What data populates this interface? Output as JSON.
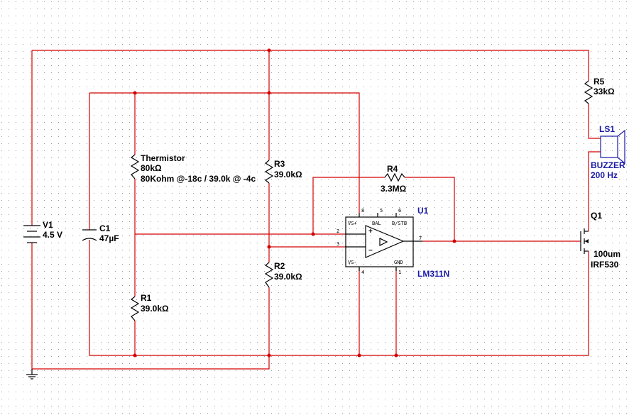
{
  "components": {
    "v1": {
      "ref": "V1",
      "value": "4.5 V"
    },
    "c1": {
      "ref": "C1",
      "value": "47µF"
    },
    "thermistor": {
      "ref": "Thermistor",
      "value": "80kΩ",
      "note": "80Kohm @-18c / 39.0k @ -4c"
    },
    "r1": {
      "ref": "R1",
      "value": "39.0kΩ"
    },
    "r2": {
      "ref": "R2",
      "value": "39.0kΩ"
    },
    "r3": {
      "ref": "R3",
      "value": "39.0kΩ"
    },
    "r4": {
      "ref": "R4",
      "value": "3.3MΩ"
    },
    "r5": {
      "ref": "R5",
      "value": "33kΩ"
    },
    "u1": {
      "ref": "U1",
      "part": "LM311N",
      "pins": {
        "vsp": "VS+",
        "bal": "BAL",
        "bstb": "B/STB",
        "vsm": "VS-",
        "gnd": "GND",
        "p8": "8",
        "p5": "5",
        "p6": "6",
        "p2": "2",
        "p3": "3",
        "p4": "4",
        "p1": "1",
        "p7": "7"
      }
    },
    "ls1": {
      "ref": "LS1",
      "type": "BUZZER",
      "freq": "200 Hz"
    },
    "q1": {
      "ref": "Q1",
      "size": "100um",
      "part": "IRF530"
    }
  },
  "colors": {
    "wire": "#d40000",
    "component": "#000000",
    "buzzer": "#1a1aa6",
    "grid": "#9a9a9a"
  }
}
